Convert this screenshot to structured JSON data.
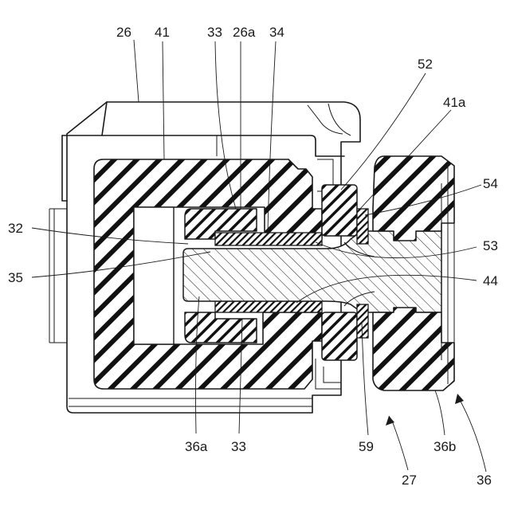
{
  "labels": {
    "l26": "26",
    "l41": "41",
    "l33top": "33",
    "l26a": "26a",
    "l34": "34",
    "l52": "52",
    "l41a": "41a",
    "l54": "54",
    "l32": "32",
    "l53": "53",
    "l35": "35",
    "l44": "44",
    "l36a": "36a",
    "l33bot": "33",
    "l59": "59",
    "l36b": "36b",
    "l27": "27",
    "l36": "36"
  }
}
